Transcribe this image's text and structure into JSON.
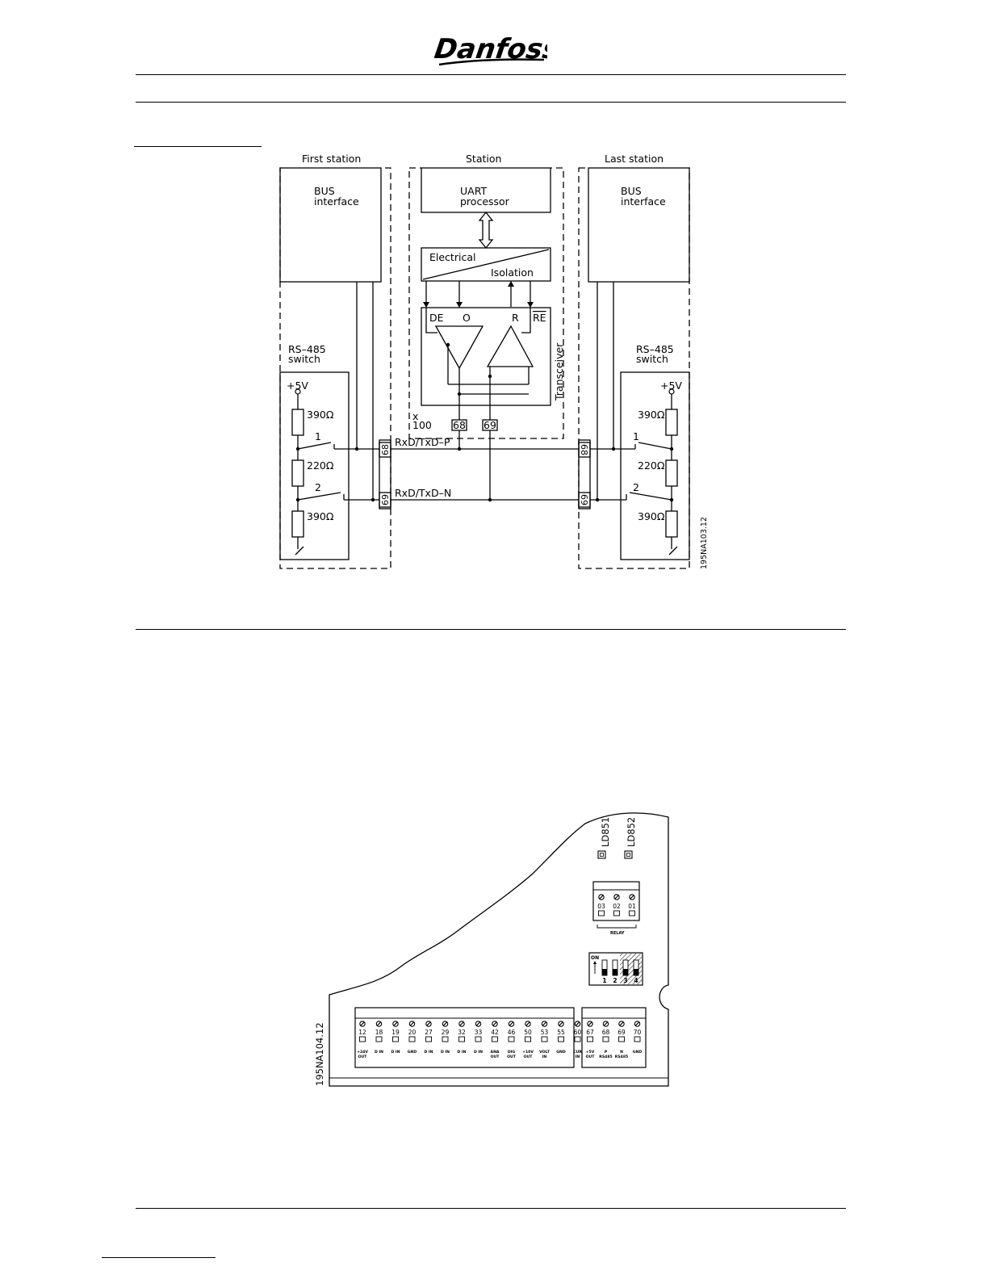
{
  "header": {
    "logo_text": "Danfoss"
  },
  "diagram1": {
    "stations": {
      "first": {
        "title": "First station",
        "bus_line1": "BUS",
        "bus_line2": "interface"
      },
      "middle": {
        "title": "Station",
        "uart_line1": "UART",
        "uart_line2": "processor"
      },
      "last": {
        "title": "Last station",
        "bus_line1": "BUS",
        "bus_line2": "interface"
      }
    },
    "isolation": {
      "electrical": "Electrical",
      "isolation": "Isolation"
    },
    "transceiver": {
      "label": "Transceiver",
      "de": "DE",
      "o": "O",
      "r": "R",
      "re": "RE"
    },
    "multiplier": {
      "line1": "x",
      "line2": "100"
    },
    "terminals": {
      "p": "68",
      "n": "69"
    },
    "switch_box": {
      "title_line1": "RS–485",
      "title_line2": "switch",
      "supply": "+5V",
      "r_top": "390Ω",
      "r_mid": "220Ω",
      "r_bot": "390Ω",
      "sw1": "1",
      "sw2": "2"
    },
    "lines": {
      "p": "RxD/TxD–P",
      "n": "RxD/TxD–N"
    },
    "figure_code": "195NA103.12"
  },
  "diagram2": {
    "leds": [
      "LD851",
      "LD852"
    ],
    "relay_terminals": [
      "03",
      "02",
      "01"
    ],
    "relay_label": "RELAY",
    "dip": {
      "on": "ON",
      "switches": [
        "1",
        "2",
        "3",
        "4"
      ]
    },
    "main_terminals": [
      {
        "num": "12",
        "label1": "+24V",
        "label2": "OUT"
      },
      {
        "num": "18",
        "label1": "D IN",
        "label2": ""
      },
      {
        "num": "19",
        "label1": "D IN",
        "label2": ""
      },
      {
        "num": "20",
        "label1": "GND",
        "label2": ""
      },
      {
        "num": "27",
        "label1": "D IN",
        "label2": ""
      },
      {
        "num": "29",
        "label1": "D IN",
        "label2": ""
      },
      {
        "num": "32",
        "label1": "D IN",
        "label2": ""
      },
      {
        "num": "33",
        "label1": "D IN",
        "label2": ""
      },
      {
        "num": "42",
        "label1": "ANA",
        "label2": "OUT"
      },
      {
        "num": "46",
        "label1": "DIG",
        "label2": "OUT"
      },
      {
        "num": "50",
        "label1": "+10V",
        "label2": "OUT"
      },
      {
        "num": "53",
        "label1": "VOLT",
        "label2": "IN"
      },
      {
        "num": "55",
        "label1": "GND",
        "label2": ""
      },
      {
        "num": "60",
        "label1": "CUR",
        "label2": "IN"
      }
    ],
    "bus_terminals": [
      {
        "num": "67",
        "label1": "+5V",
        "label2": "OUT"
      },
      {
        "num": "68",
        "label1": "P",
        "label2": "RS485"
      },
      {
        "num": "69",
        "label1": "N",
        "label2": "RS485"
      },
      {
        "num": "70",
        "label1": "GND",
        "label2": ""
      }
    ],
    "figure_code": "195NA104.12"
  }
}
